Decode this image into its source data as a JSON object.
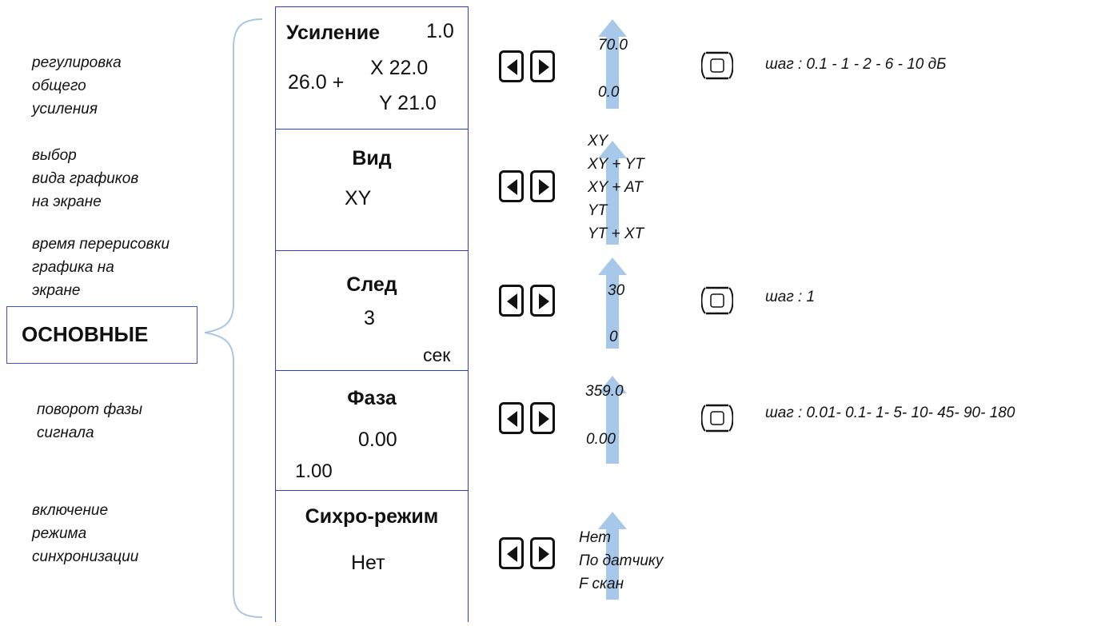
{
  "menu_title": "ОСНОВНЫЕ",
  "colors": {
    "border": "#2e3ec9",
    "arrow": "#a8c8ea",
    "brace": "#a9c6e6"
  },
  "rows": [
    {
      "description": "регулировка\nобщего\nусиления",
      "title": "Усиление",
      "title_value": "1.0",
      "value": "26.0 +",
      "x_value": "X 22.0",
      "y_value": "Y 21.0",
      "range": "70.0",
      "range_low": "0.0",
      "step": "шаг : 0.1 - 1 - 2 - 6 - 10 дБ"
    },
    {
      "description": "выбор\nвида графиков\nна экране",
      "title": "Вид",
      "value": "XY",
      "options": "XY\nXY + YT\nXY + AT\nYT\nYT + XT"
    },
    {
      "description": "время перерисовки\nграфика на\nэкране",
      "title": "След",
      "value": "3",
      "unit": "сек",
      "range": "30",
      "range_low": "0",
      "step": "шаг : 1"
    },
    {
      "description": "поворот фазы\nсигнала",
      "title": "Фаза",
      "value": "0.00",
      "sub_value": "1.00",
      "range": "359.0",
      "range_low": "0.00",
      "step": "шаг : 0.01- 0.1- 1- 5- 10- 45- 90- 180"
    },
    {
      "description": "включение\nрежима\nсинхронизации",
      "title": "Сихро-режим",
      "value": "Нет",
      "options": "Нет\nПо датчику\nF скан"
    }
  ]
}
